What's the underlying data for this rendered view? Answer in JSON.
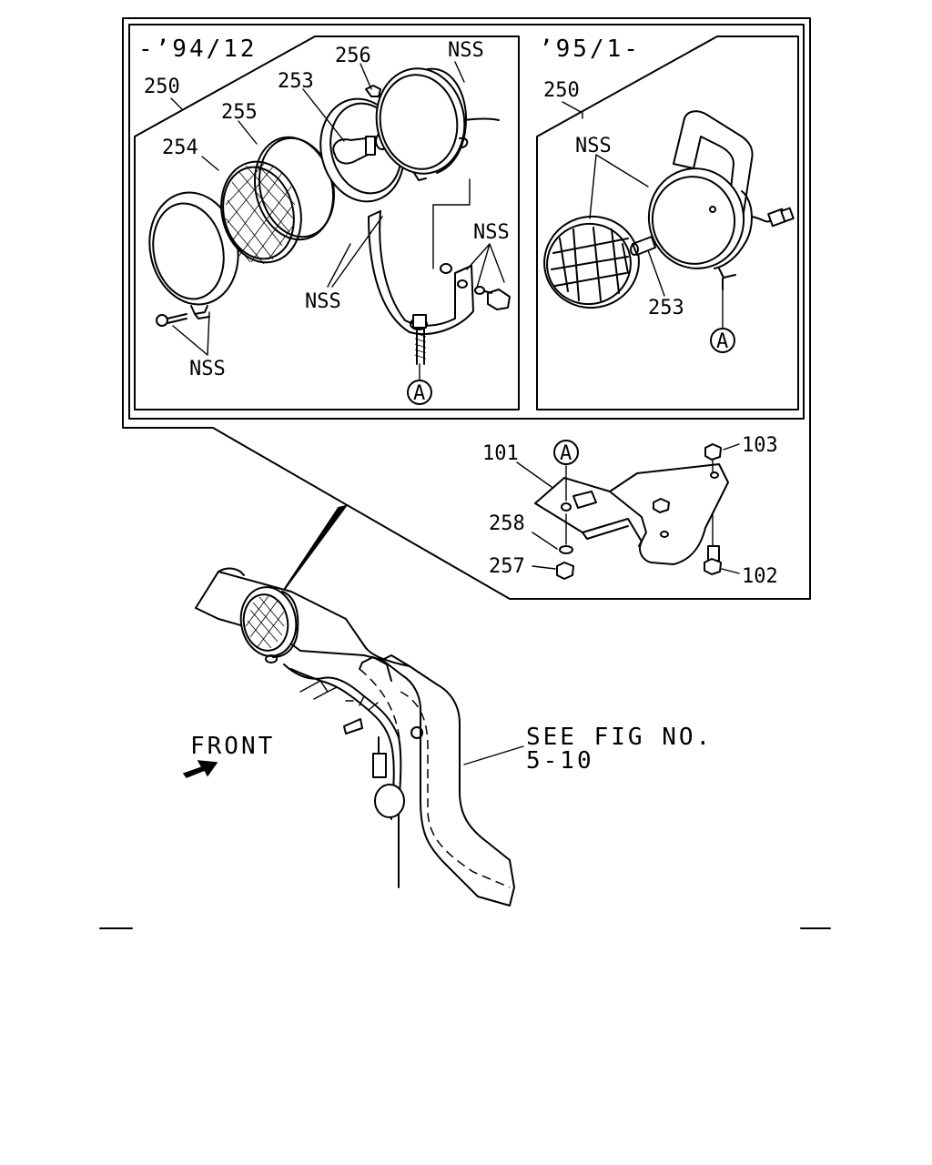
{
  "labels": {
    "period_left": "-’94/12",
    "period_right": "’95/1-",
    "p250_left": "250",
    "p250_right": "250",
    "p253_left": "253",
    "p253_right": "253",
    "p254": "254",
    "p255": "255",
    "p256": "256",
    "p101": "101",
    "p102": "102",
    "p103": "103",
    "p257": "257",
    "p258": "258",
    "nss_top": "NSS",
    "nss_right_left": "NSS",
    "nss_mid": "NSS",
    "nss_bottom": "NSS",
    "nss_right_panel": "NSS",
    "ref_a_left": "A",
    "ref_a_right": "A",
    "ref_a_bracket": "A",
    "front": "FRONT",
    "see_fig_line1": "SEE FIG NO.",
    "see_fig_line2": "5-10"
  }
}
